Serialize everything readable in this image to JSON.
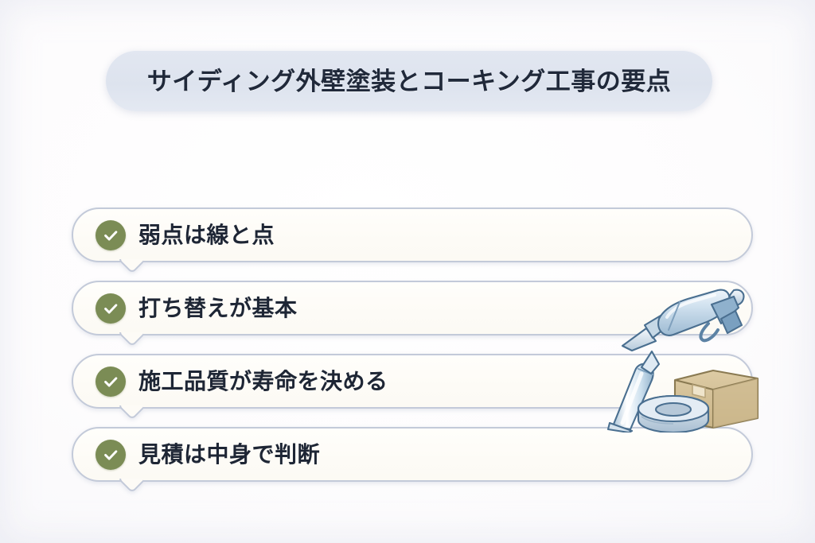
{
  "title": {
    "text": "サイディング外壁塗装とコーキング工事の要点",
    "pill_color": "#dde3ee",
    "text_color": "#20293a"
  },
  "theme": {
    "background": "#fbfbfd",
    "card_fill": "#fdfbf6",
    "card_border": "#c3cad9",
    "check_green": "#7b8c55",
    "text_dark": "#1e2635",
    "illustration_blue": "#b9cfe3",
    "illustration_box": "#d9c9a3"
  },
  "points": [
    {
      "label": "弱点は線と点",
      "icon": "check-circle-icon"
    },
    {
      "label": "打ち替えが基本",
      "icon": "check-circle-icon"
    },
    {
      "label": "施工品質が寿命を決める",
      "icon": "check-circle-icon"
    },
    {
      "label": "見積は中身で判断",
      "icon": "check-circle-icon"
    }
  ],
  "illustrations": [
    {
      "name": "caulking-gun-illustration",
      "description": "caulking gun"
    },
    {
      "name": "sealant-kit-illustration",
      "description": "sealant tube, masking tape roll, cardboard box"
    }
  ]
}
